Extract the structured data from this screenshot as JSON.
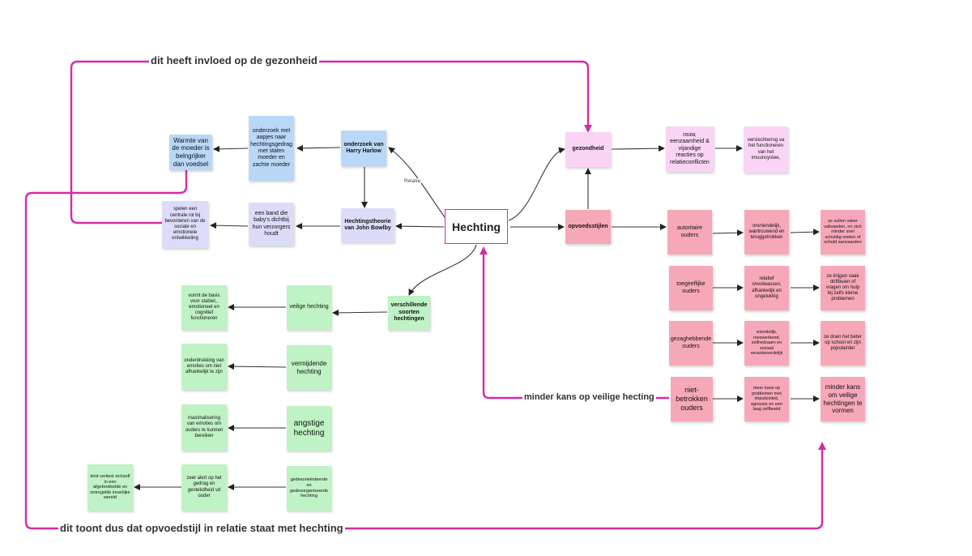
{
  "diagram": {
    "center": "Hechting",
    "nodes": {
      "onderzoek_harlow": "onderzoek van Harry Harlow",
      "onderzoek_aapjes": "onderzoek met aapjes naar hechtingsgedrag met stalen moeder en zachte moeder",
      "warmte": "Warmte van de moeder is belngrijker dan voedsel",
      "theorie_bowlby": "Hechtingstheorie van John Bowlby",
      "band_baby": "een band die baby's dichtbij hun verzorgers houdt",
      "spelen_rol": "spelen een centrale rol bij bevorderen van de sociale en emotionele ontwikkeling",
      "soorten": "verschillende soorten hechtingen",
      "veilig": "veilige hechting",
      "veilig_desc": "vormt de basis voor stabiel,, emotioneel en cognitief functioneren",
      "vermijdend": "vermijdende hechting",
      "vermijdend_desc": "onderdrukking van emoties om niet afhankelijk te zijn",
      "angstig": "angstige hechting",
      "angstig_desc": "maximalisering van emoties om ouders te kunnen bereiken",
      "gedesorg": "gedesorieënteerde en gedesorganiseerde hechting",
      "gedesorg_desc": "zeer alert op het gedrag en gestekdheid vd ouder",
      "gedesorg_result": "kind verliest zichzelf in een afgebrokkelde en ontregelde innerlijke wereld",
      "gezondheid": "gezondheid",
      "rouw": "rouw, eenzaamheid & vijandige reacties op relatieconflicten",
      "verslechtering": "verslechtering va het functioneren van het imuunsysteе,",
      "opvoedsstijlen": "opvoedsstijlen",
      "autoritair": "autoritaire ouders",
      "autoritair_desc": "onvriendelijk, wantrouwend en teruggetrokken",
      "autoritair_result": "ze zullen vaker valsspelen, en zich minder snel schuldig voelen of schuld aanvaarden",
      "toegeeflijk": "toegeeflijke ouders",
      "toegeeflijk_desc": "relatief onvolwassen, afhankelijk en ongelukkig",
      "toegeeflijk_result": "ze krijgen vaak driftbuien of vragen om hulp bij zelfs kleine problemen",
      "gezaghebbend": "gezaghebbende ouders",
      "gezaghebbend_desc": "vriendelijk, meewerkend, zelfredzaam en sociaal verantwoordelijk",
      "gezaghebbend_result": "ze doen het beter op school en zijn populairder",
      "nietbetrokken": "niet-betrokken ouders",
      "nietbetrokken_desc": "meer kans op problemen met impulsiviteit, agressie en een laag zelfbeeld",
      "nietbetrokken_result": "minder kans om veilige hechtingen te vormen"
    },
    "edge_labels": {
      "relatie": "Relatie"
    },
    "annotations": {
      "gezonheid_link": "dit heeft invloed op de gezonheid",
      "veilige_link": "minder kans op veilige hecting",
      "opvoed_link": "dit toont dus dat opvoedstijl in relatie staat met hechting"
    },
    "colors": {
      "accent_magenta": "#d42aa6",
      "blue_note": "#b9d7f7",
      "lavender_note": "#dcdcfa",
      "green_note": "#bff2c4",
      "pink_note": "#f7a8b8",
      "light_pink_note": "#fad4f4"
    }
  }
}
